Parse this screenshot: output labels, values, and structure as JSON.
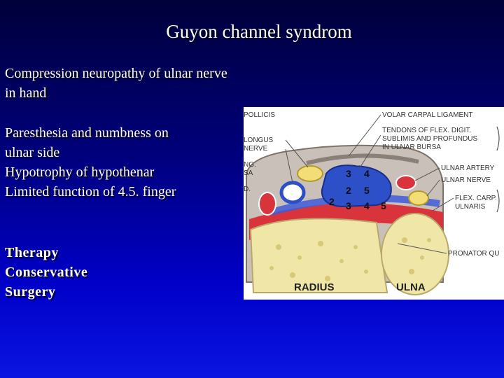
{
  "slide": {
    "title": "Guyon channel syndrom",
    "definition": [
      "Compression neuropathy of ulnar nerve",
      "in hand"
    ],
    "symptoms": [
      "Paresthesia and numbness on",
      "ulnar side",
      "Hypotrophy of hypothenar",
      "Limited function of 4.5. finger"
    ],
    "therapy": [
      "Therapy",
      "Conservative",
      "Surgery"
    ]
  },
  "figure": {
    "labels_left": [
      "POLLICIS",
      "LONGUS",
      "NERVE",
      "NG.",
      "SA",
      "D."
    ],
    "labels_right": [
      "VOLAR CARPAL LIGAMENT",
      "TENDONS OF FLEX. DIGIT.",
      "SUBLIMIS AND PROFUNDUS",
      "IN ULNAR BURSA",
      "ULNAR ARTERY",
      "ULNAR NERVE",
      "FLEX. CARP.",
      "ULNARIS",
      "PRONATOR QU"
    ],
    "numbers": [
      "3",
      "4",
      "2",
      "5",
      "2",
      "3",
      "4",
      "5"
    ],
    "bones": [
      "RADIUS",
      "ULNA"
    ]
  }
}
